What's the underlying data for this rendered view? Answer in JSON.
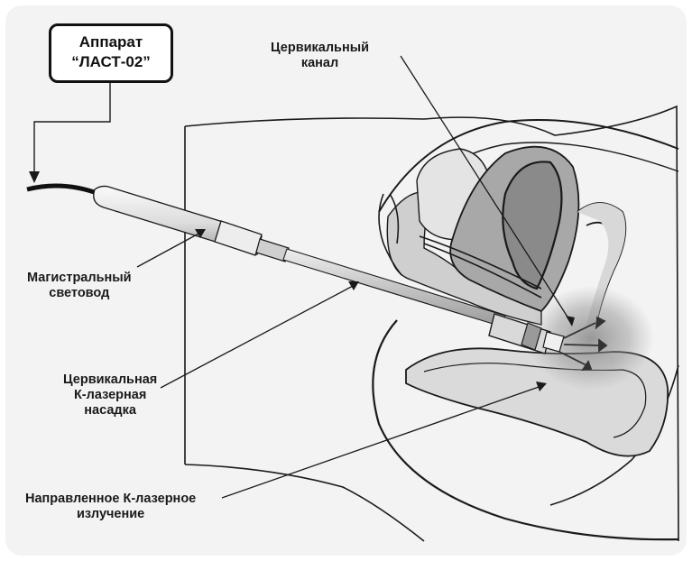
{
  "labels": {
    "device": {
      "line1": "Аппарат",
      "line2": "“ЛАСТ-02”"
    },
    "cervical_canal": {
      "line1": "Цервикальный",
      "line2": "канал"
    },
    "main_lightguide": {
      "line1": "Магистральный",
      "line2": "световод"
    },
    "cervical_nozzle": {
      "line1": "Цервикальная",
      "line2": "К-лазерная",
      "line3": "насадка"
    },
    "directed_radiation": {
      "line1": "Направленное К-лазерное",
      "line2": "излучение"
    }
  },
  "colors": {
    "background": "#f3f3f3",
    "outline": "#1a1a1a",
    "tissue_light": "#d6d6d6",
    "tissue_mid": "#a8a8a8",
    "tissue_dark": "#8a8a8a",
    "laser_glow": "#7a7a7a"
  }
}
